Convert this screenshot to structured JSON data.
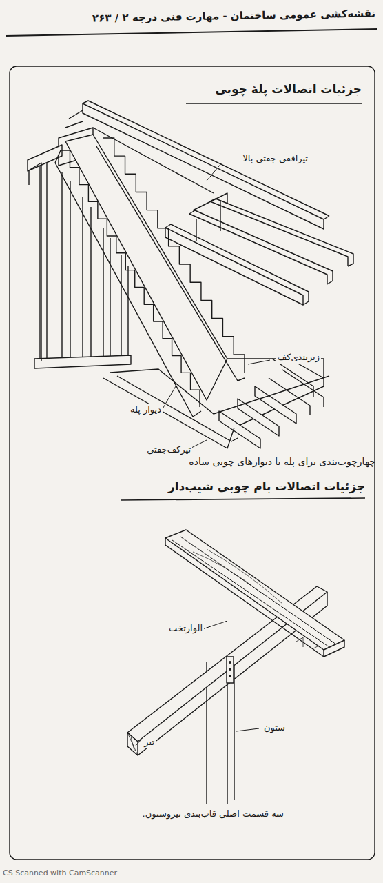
{
  "diagram": {
    "labels": [
      "نقشه‌کشی عمومی ساختمان - مهارت فنی درجه ۲ / ۲۶۳",
      "جزئیات اتصالات پلهٔ چوبی",
      "تیرافقی جفتی بالا",
      "زیربندی‌کف",
      "دیوار پله",
      "تیرکف‌جفتی",
      "چهارچوب‌بندی برای پله با دیوارهای چوبی ساده",
      "جزئیات اتصالات بام چوبی شیب‌دار",
      "الوارتخت",
      "ستون",
      "تیر",
      "سه قسمت اصلی قاب‌بندی تیروستون.",
      "CS Scanned with CamScanner"
    ]
  }
}
